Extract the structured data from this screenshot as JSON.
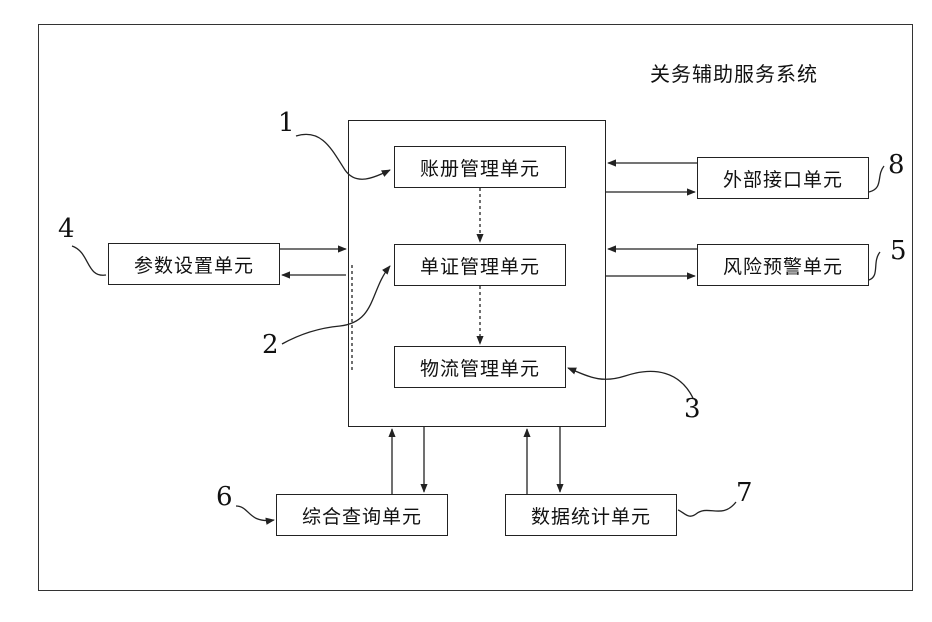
{
  "system_title": "关务辅助服务系统",
  "units": {
    "ledger": "账册管理单元",
    "document": "单证管理单元",
    "logistics": "物流管理单元",
    "parameter": "参数设置单元",
    "external_interface": "外部接口单元",
    "risk_warning": "风险预警单元",
    "query": "综合查询单元",
    "statistics": "数据统计单元"
  },
  "refs": {
    "r1": "1",
    "r2": "2",
    "r3": "3",
    "r4": "4",
    "r5": "5",
    "r6": "6",
    "r7": "7",
    "r8": "8"
  }
}
